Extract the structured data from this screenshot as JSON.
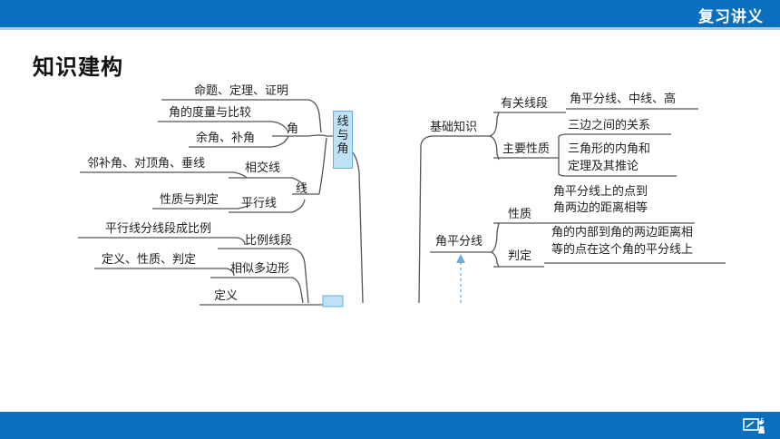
{
  "header": {
    "title": "复习讲义"
  },
  "page": {
    "title": "知识建构",
    "number": "5"
  },
  "left_map": {
    "center": "线与角",
    "branch_angle": {
      "label": "角",
      "items": [
        "命题、定理、证明",
        "角的度量与比较",
        "余角、补角"
      ]
    },
    "branch_line": {
      "label": "线",
      "sub_intersect": {
        "label": "相交线",
        "items": [
          "邻补角、对顶角、垂线"
        ]
      },
      "sub_parallel": {
        "label": "平行线",
        "items": [
          "性质与判定"
        ]
      }
    },
    "proportional_segments": {
      "label": "比例线段",
      "items": [
        "平行线分线段成比例"
      ]
    },
    "similar_polygons": {
      "label": "相似多边形",
      "items": [
        "定义、性质、判定"
      ]
    },
    "definition": "定义"
  },
  "right_map": {
    "basic": {
      "label": "基础知识",
      "related_segments": {
        "label": "有关线段",
        "items": [
          "角平分线、中线、高"
        ]
      },
      "main_properties": {
        "label": "主要性质",
        "items": [
          "三边之间的关系",
          "三角形的内角和",
          "定理及其推论"
        ]
      }
    },
    "bisector": {
      "label": "角平分线",
      "property": {
        "label": "性质",
        "lines": [
          "角平分线上的点到",
          "角两边的距离相等"
        ]
      },
      "judgment": {
        "label": "判定",
        "lines": [
          "角的内部到角的两边距离相",
          "等的点在这个角的平分线上"
        ]
      }
    }
  },
  "colors": {
    "header_blue": "#0a6fbd",
    "line_gray": "#555555",
    "node_fill": "#bfe1f5",
    "arrow_blue": "#6aaee0"
  },
  "icons": {
    "bottom_logo": "presentation-board-icon"
  }
}
